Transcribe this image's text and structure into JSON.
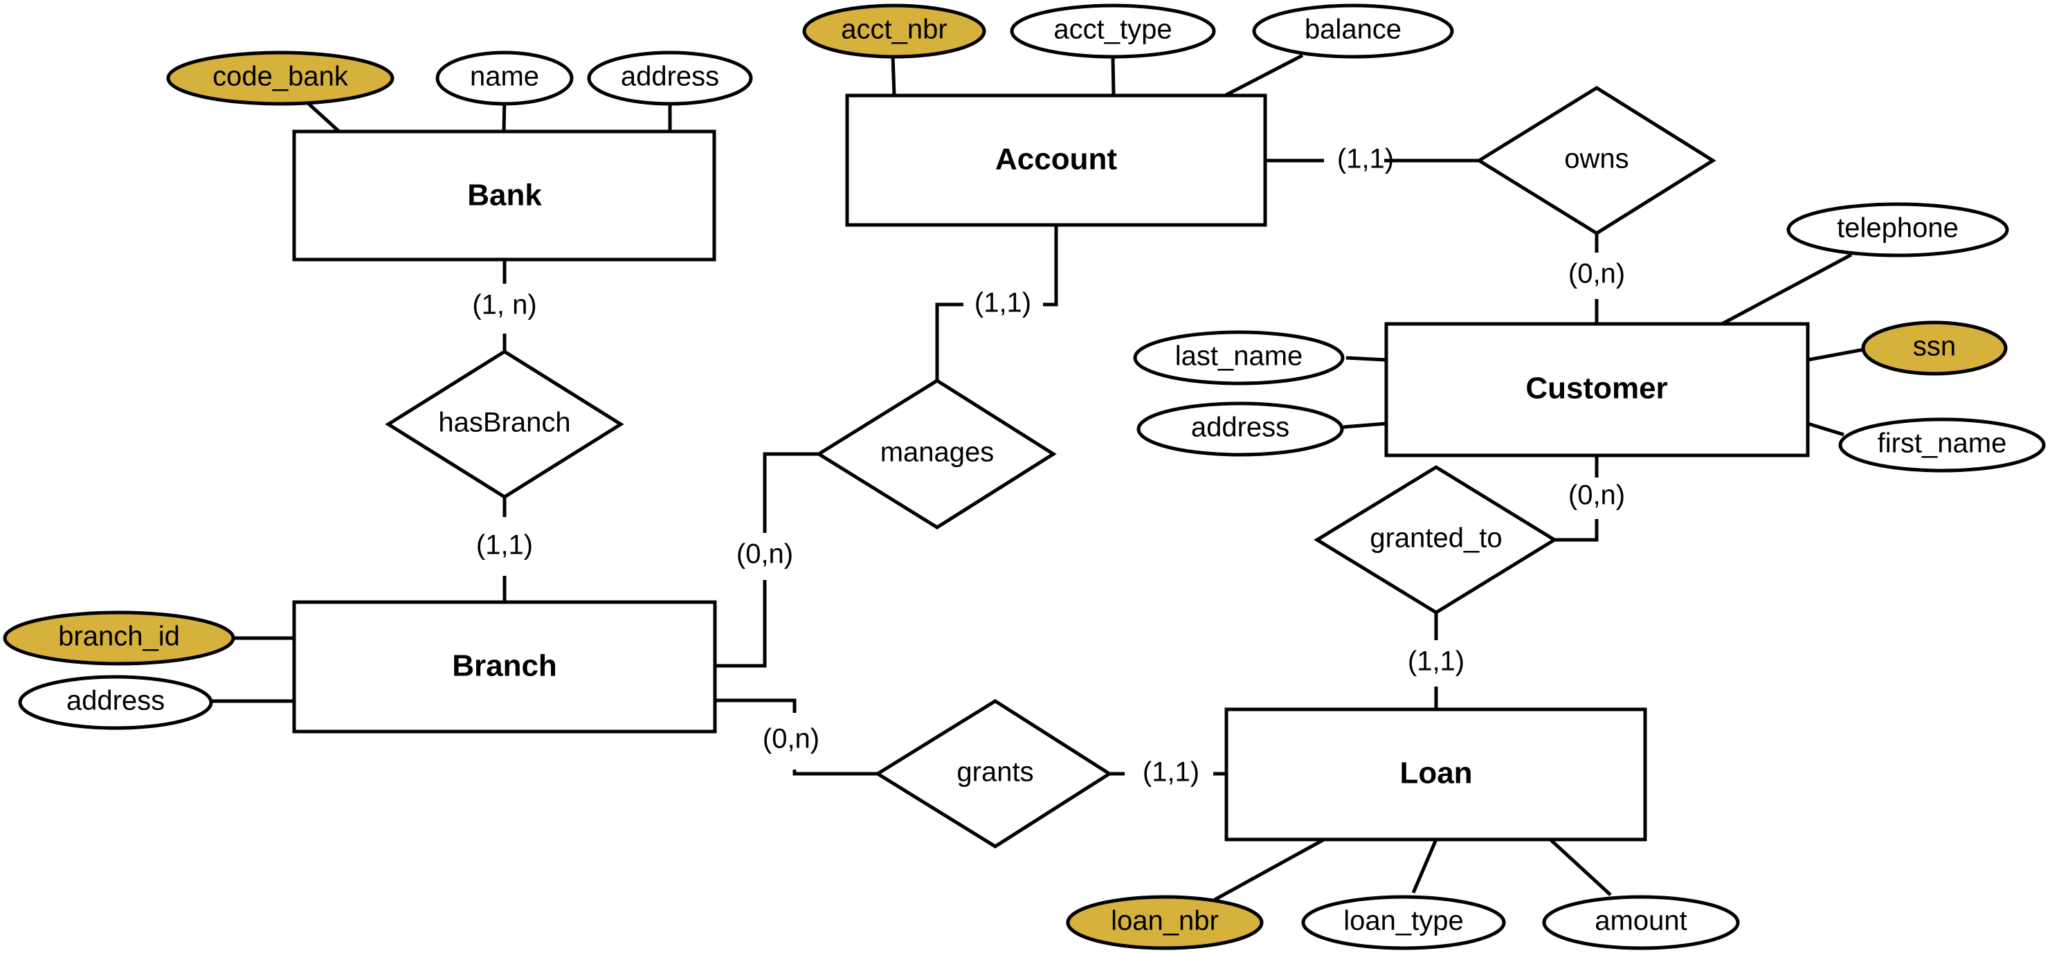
{
  "colors": {
    "key_attribute": "#d6b13b",
    "attribute": "#ffffff",
    "stroke": "#000000"
  },
  "entities": {
    "bank": "Bank",
    "account": "Account",
    "customer": "Customer",
    "branch": "Branch",
    "loan": "Loan"
  },
  "relationships": {
    "hasBranch": "hasBranch",
    "manages": "manages",
    "owns": "owns",
    "granted_to": "granted_to",
    "grants": "grants"
  },
  "attributes": {
    "bank": {
      "code_bank": "code_bank",
      "name": "name",
      "address": "address"
    },
    "account": {
      "acct_nbr": "acct_nbr",
      "acct_type": "acct_type",
      "balance": "balance"
    },
    "customer": {
      "telephone": "telephone",
      "ssn": "ssn",
      "last_name": "last_name",
      "address": "address",
      "first_name": "first_name"
    },
    "branch": {
      "branch_id": "branch_id",
      "address": "address"
    },
    "loan": {
      "loan_nbr": "loan_nbr",
      "loan_type": "loan_type",
      "amount": "amount"
    }
  },
  "key_attributes": [
    "code_bank",
    "acct_nbr",
    "ssn",
    "branch_id",
    "loan_nbr"
  ],
  "cardinalities": {
    "bank_hasBranch": "(1, n)",
    "branch_hasBranch": "(1,1)",
    "account_manages": "(1,1)",
    "branch_manages": "(0,n)",
    "account_owns": "(1,1)",
    "customer_owns": "(0,n)",
    "customer_granted_to": "(0,n)",
    "loan_granted_to": "(1,1)",
    "branch_grants": "(0,n)",
    "loan_grants": "(1,1)"
  }
}
